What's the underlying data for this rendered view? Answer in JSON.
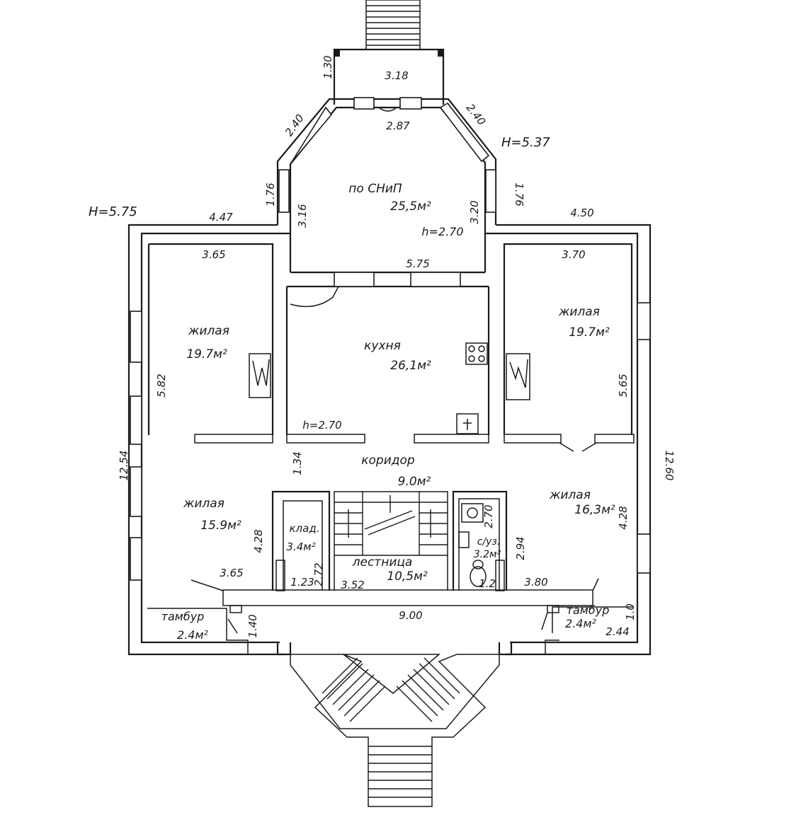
{
  "heights": {
    "left": "H=5.75",
    "right": "H=5.37"
  },
  "dims": {
    "porch_top_side": "1.30",
    "porch_top_width": "3.18",
    "oct_left_diag": "2.40",
    "oct_right_diag": "2.40",
    "oct_top_inner": "2.87",
    "oct_left_outer": "1.76",
    "oct_right_outer": "1.76",
    "oct_left_inner": "3.16",
    "oct_right_inner": "3.20",
    "oct_bottom": "5.75",
    "top_left_outer": "4.47",
    "top_right_outer": "4.50",
    "left_room_width": "3.65",
    "right_room_width": "3.70",
    "left_room_height": "5.82",
    "right_room_height": "5.65",
    "left_total": "12.54",
    "right_total": "12.60",
    "corridor_gap": "1.34",
    "bottom_left_height": "4.28",
    "bottom_right_height": "4.28",
    "bottom_left_width": "3.65",
    "bottom_right_width": "3.80",
    "front_width": "9.00",
    "closet_height": "4.28",
    "closet_width": "1.23",
    "stair_small": "2.72",
    "stair_width": "3.52",
    "wc_top": "2.70",
    "wc_side": "2.94",
    "wc_small": "1.2",
    "vest_left_side": "1.40",
    "vest_right_side": "1.0",
    "vest_right_width": "2.44"
  },
  "rooms": {
    "octagon": {
      "name": "по СНиП",
      "area": "25,5м²",
      "height": "h=2.70"
    },
    "kitchen": {
      "name": "кухня",
      "area": "26,1м²",
      "height": "h=2.70"
    },
    "living_tl": {
      "name": "жилая",
      "area": "19.7м²"
    },
    "living_tr": {
      "name": "жилая",
      "area": "19.7м²"
    },
    "corridor": {
      "name": "коридор",
      "area": "9.0м²"
    },
    "living_bl": {
      "name": "жилая",
      "area": "15.9м²"
    },
    "living_br": {
      "name": "жилая",
      "area": "16,3м²"
    },
    "closet": {
      "name": "клад.",
      "area": "3.4м²"
    },
    "stairs": {
      "name": "лестница",
      "area": "10,5м²"
    },
    "wc": {
      "name": "с/уз.",
      "area": "3.2м²"
    },
    "vest_l": {
      "name": "тамбур",
      "area": "2.4м²"
    },
    "vest_r": {
      "name": "тамбур",
      "area": "2.4м²"
    }
  }
}
